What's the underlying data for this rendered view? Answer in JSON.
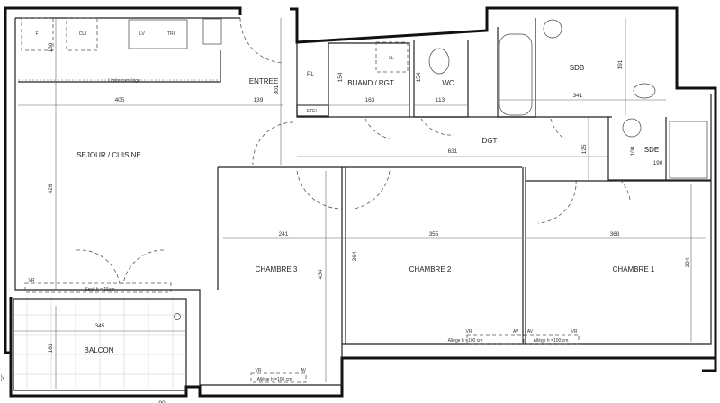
{
  "rooms": {
    "sejour": "SEJOUR / CUISINE",
    "entree": "ENTREE",
    "placard": "PL",
    "buanderie": "BUAND / RGT",
    "wc": "WC",
    "sdb": "SDB",
    "sde": "SDE",
    "degagement": "DGT",
    "chambre3": "CHAMBRE 3",
    "chambre2": "CHAMBRE 2",
    "chambre1": "CHAMBRE 1",
    "balcon": "BALCON"
  },
  "fixtures": {
    "fridge": "F",
    "cooktop": "CUI",
    "dishwasher": "LV",
    "sorting": "TRI",
    "washer": "LL",
    "electrical": "ETEL",
    "tile_limit": "Limite carrelage",
    "threshold": "Seuil h = 15cm",
    "sill": "Allège h =100 cm",
    "shutter": "VR",
    "window_leaf": "AV",
    "gas": "GC"
  },
  "dimensions": {
    "kitchen_depth": "130",
    "sejour_width": "405",
    "entree_width": "139",
    "entree_depth": "301",
    "sejour_depth": "426",
    "buand_width": "163",
    "buand_depth": "154",
    "wc_depth": "154",
    "wc_width": "113",
    "sdb_width": "341",
    "sdb_depth": "191",
    "dgt_length": "631",
    "dgt_width": "125",
    "sde_depth": "108",
    "sde_width": "190",
    "ch3_width": "241",
    "ch2_width": "355",
    "ch1_width": "368",
    "ch2_depth": "364",
    "ch3_depth": "434",
    "ch1_depth": "324",
    "balcon_width": "345",
    "balcon_depth": "163",
    "bottom": "90"
  }
}
